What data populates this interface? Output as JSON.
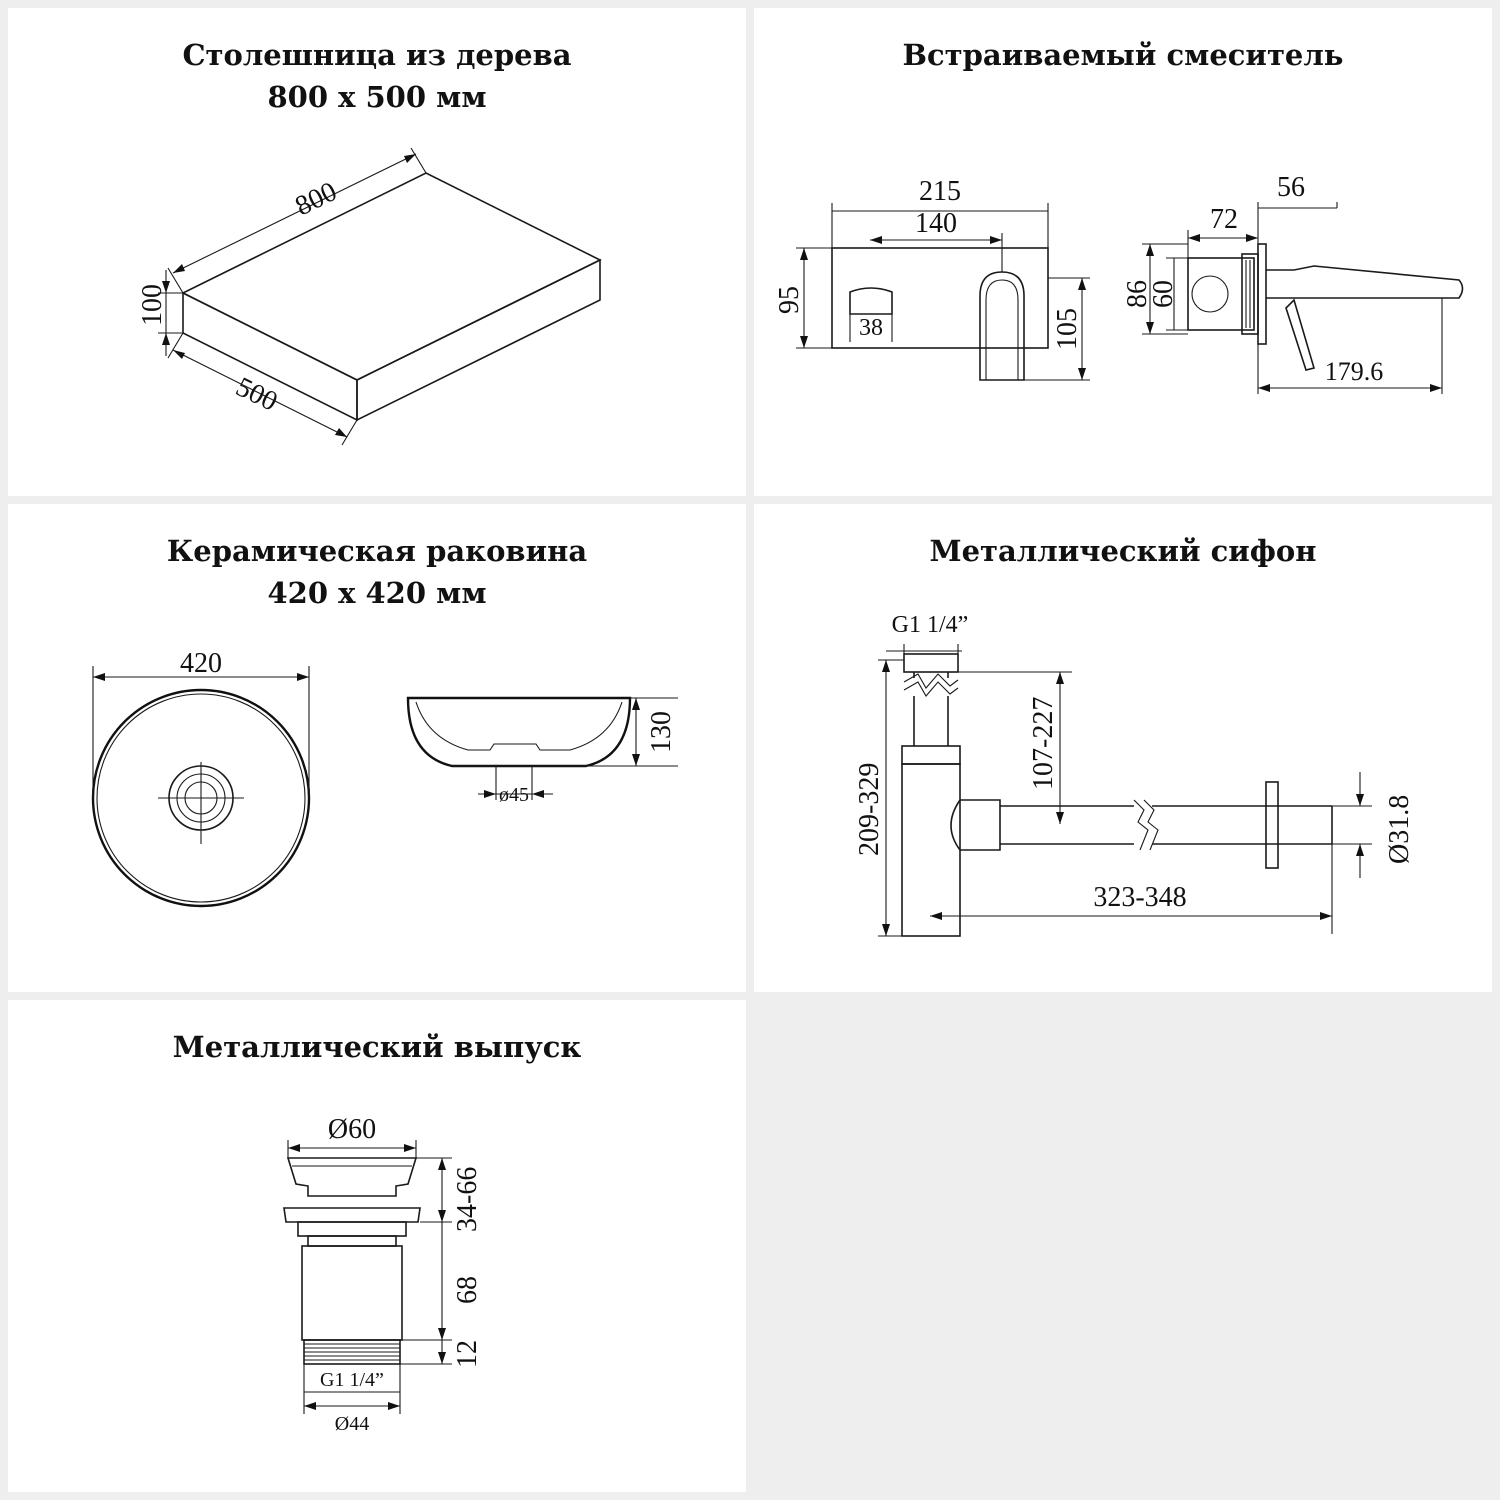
{
  "panels": {
    "countertop": {
      "title_line1": "Столешница из дерева",
      "title_line2": "800 х 500 мм",
      "dims": {
        "length": "800",
        "height": "100",
        "width": "500"
      }
    },
    "faucet": {
      "title": "Встраиваемый смеситель",
      "dims": {
        "total_width": "215",
        "spout_offset": "140",
        "plate_height": "95",
        "handle_width": "38",
        "spout_height": "105",
        "depth_total": "56",
        "body_depth": "72",
        "flange_height": "86",
        "body_height": "60",
        "spout_reach": "179.6"
      }
    },
    "sink": {
      "title_line1": "Керамическая раковина",
      "title_line2": "420 х 420 мм",
      "dims": {
        "diameter": "420",
        "height": "130",
        "drain": "ø45"
      }
    },
    "siphon": {
      "title": "Металлический сифон",
      "dims": {
        "thread": "G1 1/4”",
        "total_height": "209-329",
        "adjustable": "107-227",
        "pipe_length": "323-348",
        "pipe_diameter": "Ø31.8"
      }
    },
    "drain": {
      "title": "Металлический выпуск",
      "dims": {
        "top_diameter": "Ø60",
        "clamp_range": "34-66",
        "body_length": "68",
        "thread_length": "12",
        "thread": "G1 1/4”",
        "bottom_diameter": "Ø44"
      }
    }
  }
}
